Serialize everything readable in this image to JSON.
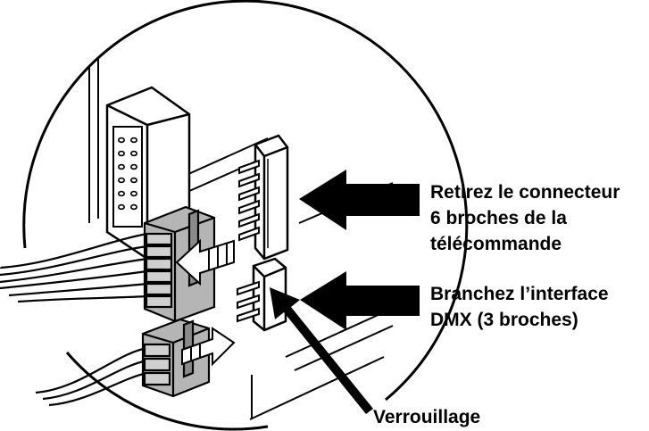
{
  "callouts": {
    "remove_remote_connector": {
      "lines": [
        "Retirez le connecteur",
        "6 broches de la",
        "télécommande"
      ]
    },
    "connect_dmx_interface": {
      "lines": [
        "Branchez l’interface",
        "DMX (3 broches)"
      ]
    },
    "lock": {
      "label": "Verrouillage"
    }
  },
  "colors": {
    "ink": "#000000",
    "paper": "#ffffff",
    "shade": "#b5b5b5",
    "dark_shade": "#8a8a8a"
  }
}
